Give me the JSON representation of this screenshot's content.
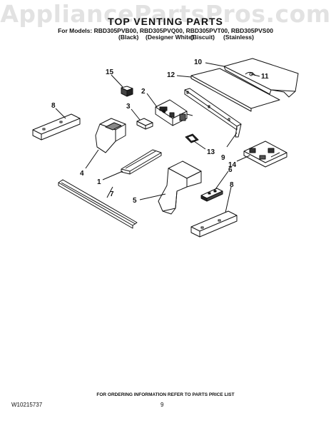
{
  "watermark": "AppliancePartsPros.com",
  "header": {
    "title": "TOP VENTING PARTS",
    "models": "For Models: RBD305PVB00, RBD305PVQ00, RBD305PVT00, RBD305PVS00",
    "variants": [
      "(Black)",
      "(Designer White)",
      "(Biscuit)",
      "(Stainless)"
    ]
  },
  "callouts": [
    "10",
    "11",
    "12",
    "15",
    "2",
    "3",
    "8",
    "13",
    "9",
    "14",
    "4",
    "1",
    "6",
    "5",
    "7",
    "8"
  ],
  "footer": {
    "note": "FOR ORDERING INFORMATION REFER TO PARTS PRICE LIST",
    "doc_id": "W10215737",
    "page": "9"
  }
}
